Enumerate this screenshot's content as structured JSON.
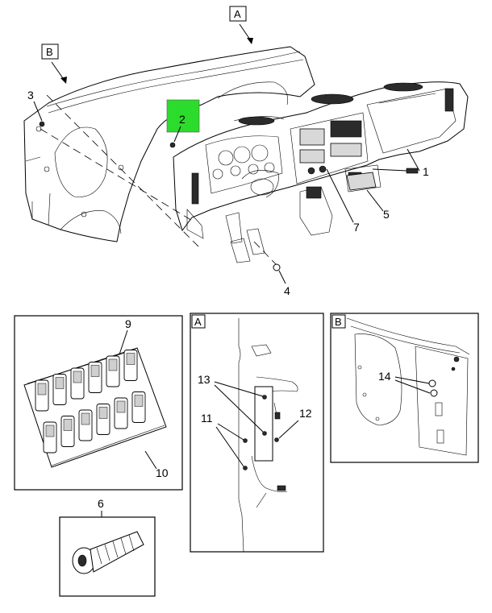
{
  "colors": {
    "highlight": "#2cdc2c",
    "ink": "#000000",
    "paper": "#ffffff",
    "shade": "#d8d8d8"
  },
  "view_labels": {
    "a": "A",
    "b": "B"
  },
  "callouts": {
    "c1": "1",
    "c2": "2",
    "c3": "3",
    "c4": "4",
    "c5": "5",
    "c6": "6",
    "c7": "7",
    "c9": "9",
    "c10": "10",
    "c11": "11",
    "c12": "12",
    "c13": "13",
    "c14": "14"
  },
  "detail_box_labels": {
    "a": "A",
    "b": "B"
  }
}
